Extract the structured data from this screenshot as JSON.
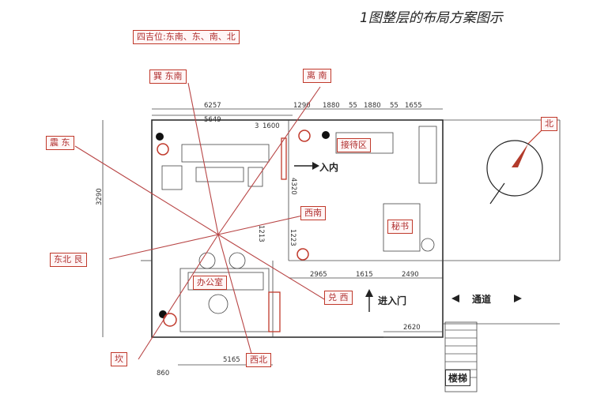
{
  "heading": "1图整层的布局方案图示",
  "tags": {
    "four_positions": "四吉位:东南、东、南、北",
    "xun_southeast": "巽 东南",
    "li_south": "离 南",
    "zhen_east": "震 东",
    "north_mark": "北",
    "southwest": "西南",
    "northeast": "东北 艮",
    "west": "兑 西",
    "kan": "坎",
    "northwest": "西北",
    "reception": "接待区",
    "office": "办公室",
    "secretary": "秘书"
  },
  "labels": {
    "entrance_in": "入内",
    "entrance_main": "进入门",
    "corridor": "通道",
    "stairs": "楼梯"
  },
  "dimensions": {
    "d1": "6257",
    "d2": "5649",
    "d3": "1290",
    "d4": "1880",
    "d5": "55",
    "d6": "1880",
    "d7": "55",
    "d8": "1655",
    "d9": "1600",
    "d10": "3",
    "d11": "2965",
    "d12": "1615",
    "d13": "2490",
    "d14": "2620",
    "d15": "5165",
    "d16": "860",
    "d17": "4320",
    "d18": "1213",
    "d19": "1223",
    "d20": "3290"
  }
}
